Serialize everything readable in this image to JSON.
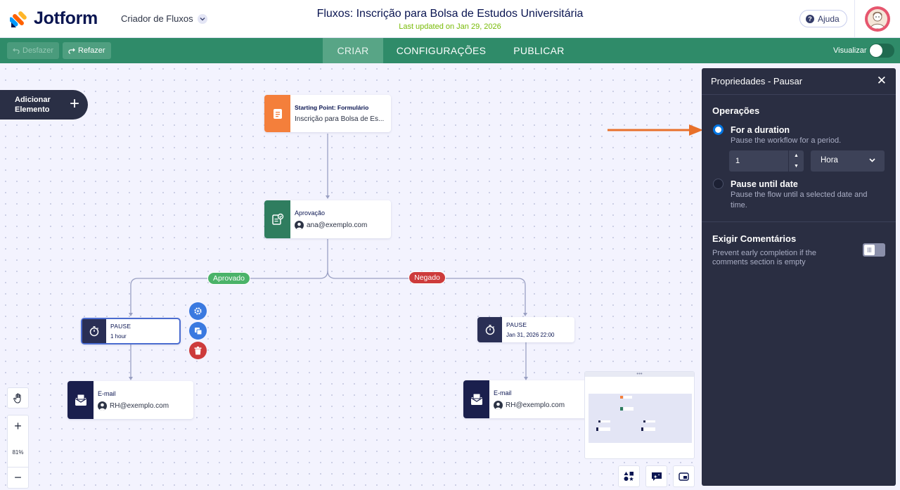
{
  "header": {
    "logo_text": "Jotform",
    "builder_label": "Criador de Fluxos",
    "title": "Fluxos: Inscrição para Bolsa de Estudos Universitária",
    "last_updated": "Last updated on Jan 29, 2026",
    "help_label": "Ajuda"
  },
  "toolbar": {
    "undo_label": "Desfazer",
    "redo_label": "Refazer",
    "tabs": [
      {
        "label": "CRIAR",
        "active": true
      },
      {
        "label": "CONFIGURAÇÕES",
        "active": false
      },
      {
        "label": "PUBLICAR",
        "active": false
      }
    ],
    "preview_label": "Visualizar",
    "preview_on": false
  },
  "canvas": {
    "add_element_line1": "Adicionar",
    "add_element_line2": "Elemento",
    "zoom_level": "81%",
    "nodes": {
      "start": {
        "title": "Starting Point: Formulário",
        "subtitle": "Inscrição para Bolsa de Es..."
      },
      "approval": {
        "title": "Aprovação",
        "assignee": "ana@exemplo.com"
      },
      "pause_left": {
        "title": "PAUSE",
        "subtitle": "1 hour"
      },
      "pause_right": {
        "title": "PAUSE",
        "subtitle": "Jan 31, 2026 22:00"
      },
      "email_left": {
        "title": "E-mail",
        "recipient": "RH@exemplo.com"
      },
      "email_right": {
        "title": "E-mail",
        "recipient": "RH@exemplo.com"
      }
    },
    "branches": {
      "approved": "Aprovado",
      "denied": "Negado"
    },
    "minimap_dots": "•••"
  },
  "panel": {
    "title": "Propriedades - Pausar",
    "operations_label": "Operações",
    "option_duration": {
      "title": "For a duration",
      "desc": "Pause the workflow for a period.",
      "selected": true
    },
    "duration_value": "1",
    "duration_unit": "Hora",
    "option_date": {
      "title": "Pause until date",
      "desc_line1": "Pause the flow until a selected date and",
      "desc_line2": "time.",
      "selected": false
    },
    "require_comments_label": "Exigir Comentários",
    "require_comments_desc_line1": "Prevent early completion if the",
    "require_comments_desc_line2": "comments section is empty",
    "require_comments_on": false
  },
  "colors": {
    "brand_green": "#2f8b69",
    "start_orange": "#f47f3b",
    "approval_green": "#2f7d5f",
    "pause_navy": "#2a2f55",
    "approved_badge": "#4bb369",
    "denied_badge": "#cd3b3b",
    "panel_bg": "#2a2e42",
    "radio_blue": "#0075e3",
    "annotation_arrow": "#e8702a"
  },
  "icons": {
    "logo": "jotform-logo-icon",
    "help": "question-icon",
    "undo": "undo-icon",
    "redo": "redo-icon",
    "add": "plus-icon",
    "settings": "gear-icon",
    "duplicate": "copy-icon",
    "delete": "trash-icon",
    "hand": "hand-icon",
    "zoom_in": "plus-icon",
    "zoom_out": "minus-icon",
    "close": "close-icon"
  }
}
